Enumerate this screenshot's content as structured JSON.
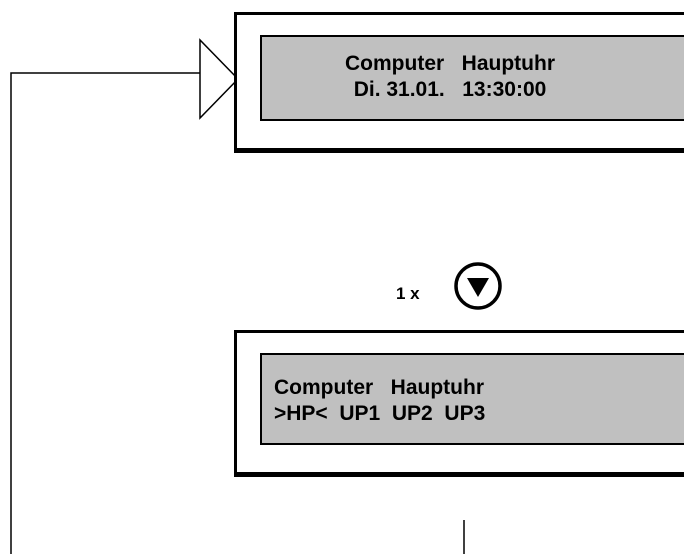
{
  "screens": [
    {
      "line1": "Computer   Hauptuhr",
      "line2": "Di. 31.01.   13:30:00"
    },
    {
      "line1": "Computer   Hauptuhr",
      "line2": ">HP<  UP1  UP2  UP3"
    }
  ],
  "step": {
    "label": "1 x",
    "button_icon": "down-arrow-icon"
  },
  "colors": {
    "lcd_background": "#c0c0c0",
    "lines": "#000000"
  }
}
